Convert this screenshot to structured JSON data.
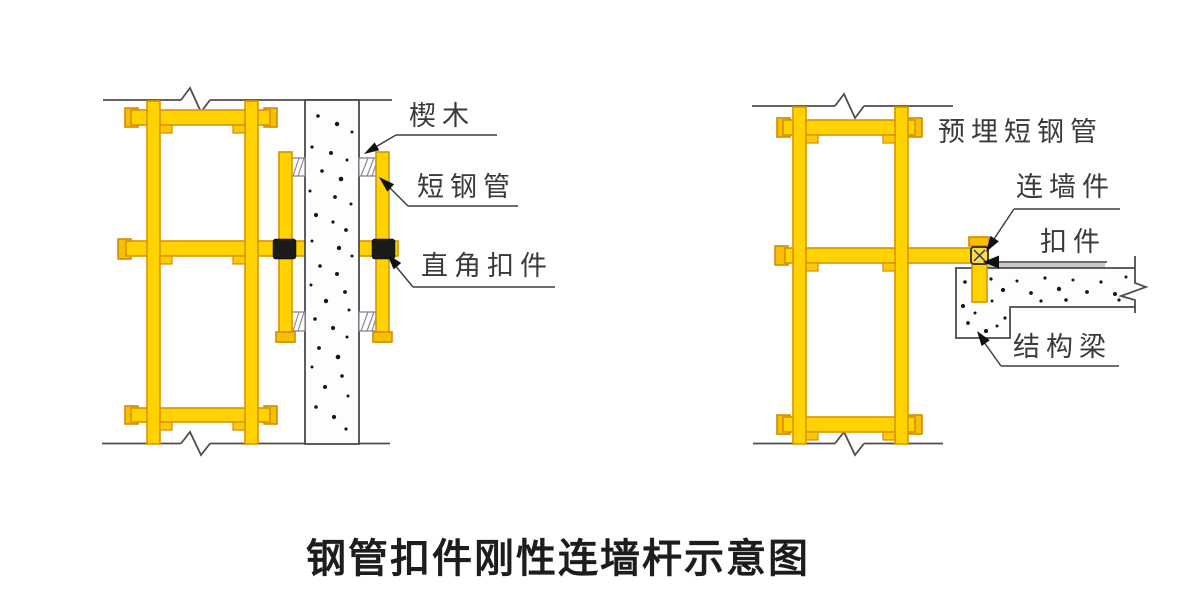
{
  "title": "钢管扣件刚性连墙杆示意图",
  "left_diagram": {
    "description": "scaffold-tied-through-wall-detail",
    "labels": {
      "wedge": "楔木",
      "short_steel_pipe": "短钢管",
      "right_angle_coupler": "直角扣件"
    }
  },
  "right_diagram": {
    "description": "scaffold-tied-to-embedded-pipe-in-beam-detail",
    "labels": {
      "embedded_short_pipe": "预埋短钢管",
      "wall_connector": "连墙件",
      "coupler": "扣件",
      "structural_beam": "结构梁"
    }
  },
  "colors": {
    "pipe_yellow": "#ffd200",
    "pipe_edge": "#d99400",
    "coupler_black": "#1b1b1b",
    "line_gray": "#4d4d4d",
    "slab_shadow_gray": "#c9c9c9",
    "text": "#3a3a3a",
    "background": "#ffffff"
  }
}
